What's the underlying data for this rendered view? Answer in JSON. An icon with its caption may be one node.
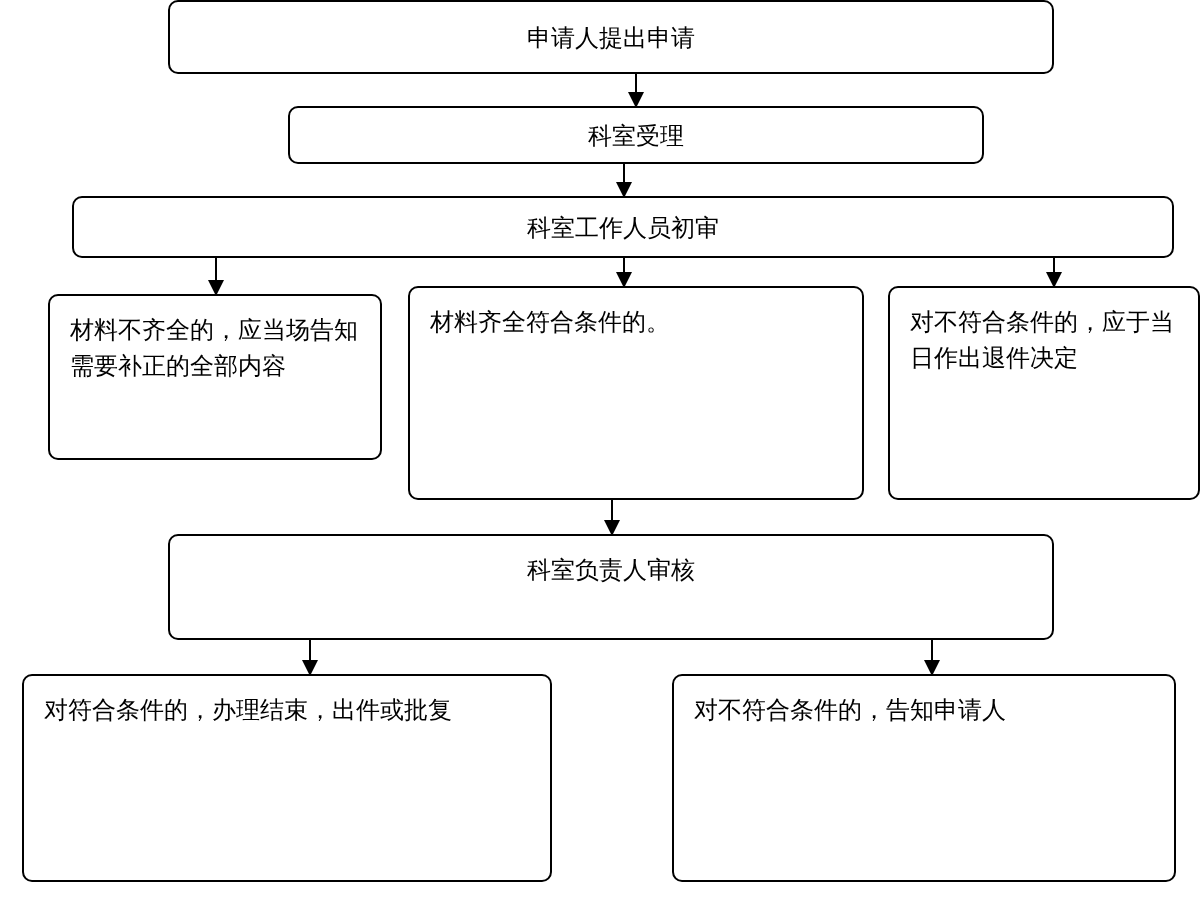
{
  "diagram": {
    "nodes": [
      {
        "text": [
          "申请人提出申请"
        ]
      },
      {
        "text": [
          "科室受理"
        ]
      },
      {
        "text": [
          "科室工作人员初审"
        ]
      },
      {
        "text": [
          "材料不齐全的，应当场告知需要补正的全部内容"
        ]
      },
      {
        "text": [
          "材料齐全符合条件的。"
        ]
      },
      {
        "text": [
          "对不符合条件的，应于当日作出退件决定"
        ]
      },
      {
        "text": [
          "科室负责人审核"
        ]
      },
      {
        "text": [
          "对符合条件的，办理结束，出件或批复"
        ]
      },
      {
        "text": [
          "对不符合条件的，告知申请人"
        ]
      }
    ],
    "edges": [
      {
        "from": 0,
        "to": 1,
        "arrow": "to"
      },
      {
        "from": 1,
        "to": 2,
        "arrow": "to"
      },
      {
        "from": 2,
        "to": 3,
        "arrow": "to"
      },
      {
        "from": 2,
        "to": 4,
        "arrow": "to"
      },
      {
        "from": 2,
        "to": 5,
        "arrow": "to"
      },
      {
        "from": 4,
        "to": 6,
        "arrow": "to"
      },
      {
        "from": 6,
        "to": 7,
        "arrow": "to"
      },
      {
        "from": 6,
        "to": 8,
        "arrow": "to"
      }
    ]
  }
}
